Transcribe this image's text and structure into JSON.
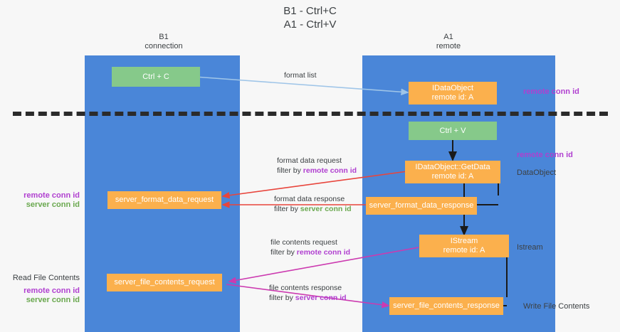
{
  "title": "B1 - Ctrl+C\nA1 - Ctrl+V",
  "columns": {
    "left": {
      "name": "B1",
      "role": "connection",
      "label": "B1\nconnection"
    },
    "right": {
      "name": "A1",
      "role": "remote",
      "label": "A1\nremote"
    }
  },
  "nodes": {
    "ctrl_c": {
      "label": "Ctrl + C",
      "color": "#86c98a"
    },
    "idataobject": {
      "label": "IDataObject\nremote id: A",
      "color": "#fbb04d"
    },
    "ctrl_v": {
      "label": "Ctrl + V",
      "color": "#86c98a"
    },
    "getdata": {
      "label": "IDataObject::GetData\nremote id: A",
      "color": "#fbb04d"
    },
    "fmt_request": {
      "label": "server_format_data_request",
      "color": "#fbb04d"
    },
    "fmt_response": {
      "label": "server_format_data_response",
      "color": "#fbb04d"
    },
    "istream": {
      "label": "IStream\nremote id: A",
      "color": "#fbb04d"
    },
    "file_request": {
      "label": "server_file_contents_request",
      "color": "#fbb04d"
    },
    "file_response": {
      "label": "server_file_contents_response",
      "color": "#fbb04d"
    }
  },
  "edges": {
    "format_list": {
      "label": "format list",
      "color": "#9fc5e8"
    },
    "format_data_req": {
      "label": "format data request",
      "filter_prefix": "filter by ",
      "filter_key": "remote conn id",
      "color": "#e8453c"
    },
    "format_data_res": {
      "label": "format data response",
      "filter_prefix": "filter by ",
      "filter_key": "server conn id",
      "color": "#e8453c"
    },
    "file_req": {
      "label": "file contents request",
      "filter_prefix": "filter by ",
      "filter_key": "remote conn id",
      "color": "#cc3ab0"
    },
    "file_res": {
      "label": "file contents response",
      "filter_prefix": "filter by ",
      "filter_key": "server conn id",
      "color": "#cc3ab0"
    }
  },
  "captions": {
    "remote_conn_id_top": "remote conn id",
    "remote_conn_id_mid": "remote conn id",
    "dataobject": "DataObject",
    "istream": "Istream",
    "write_file_contents": "Write File Contents",
    "read_file_contents": "Read File Contents",
    "left_mid_remote": "remote conn id",
    "left_mid_server": "server conn id",
    "left_bot_remote": "remote conn id",
    "left_bot_server": "server conn id"
  },
  "colors": {
    "lane": "#4a86d8",
    "green_node": "#86c98a",
    "orange_node": "#fbb04d",
    "purple_text": "#b03fd0",
    "green_text": "#6aa84f",
    "red_edge": "#e8453c",
    "magenta_edge": "#cc3ab0",
    "blue_edge": "#9fc5e8",
    "divider": "#2b2b2b",
    "background": "#f7f7f7"
  }
}
